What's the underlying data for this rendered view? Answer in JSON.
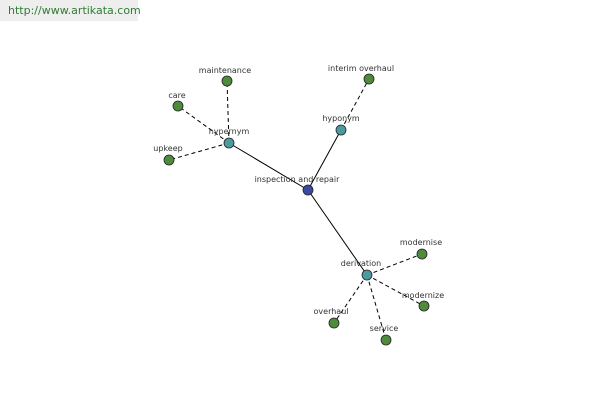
{
  "header": {
    "url": "http://www.artikata.com"
  },
  "colors": {
    "center_node": "#3b4aa0",
    "relation_node": "#4a9aa0",
    "leaf_node": "#4e8c3c",
    "edge": "#000000",
    "url_text": "#2e7d32"
  },
  "graph": {
    "center": {
      "label": "inspection and repair"
    },
    "relations": [
      {
        "label": "hypernym",
        "leaves": [
          "maintenance",
          "care",
          "upkeep"
        ]
      },
      {
        "label": "hyponym",
        "leaves": [
          "interim overhaul"
        ]
      },
      {
        "label": "derivation",
        "leaves": [
          "modernise",
          "modernize",
          "service",
          "overhaul"
        ]
      }
    ]
  }
}
